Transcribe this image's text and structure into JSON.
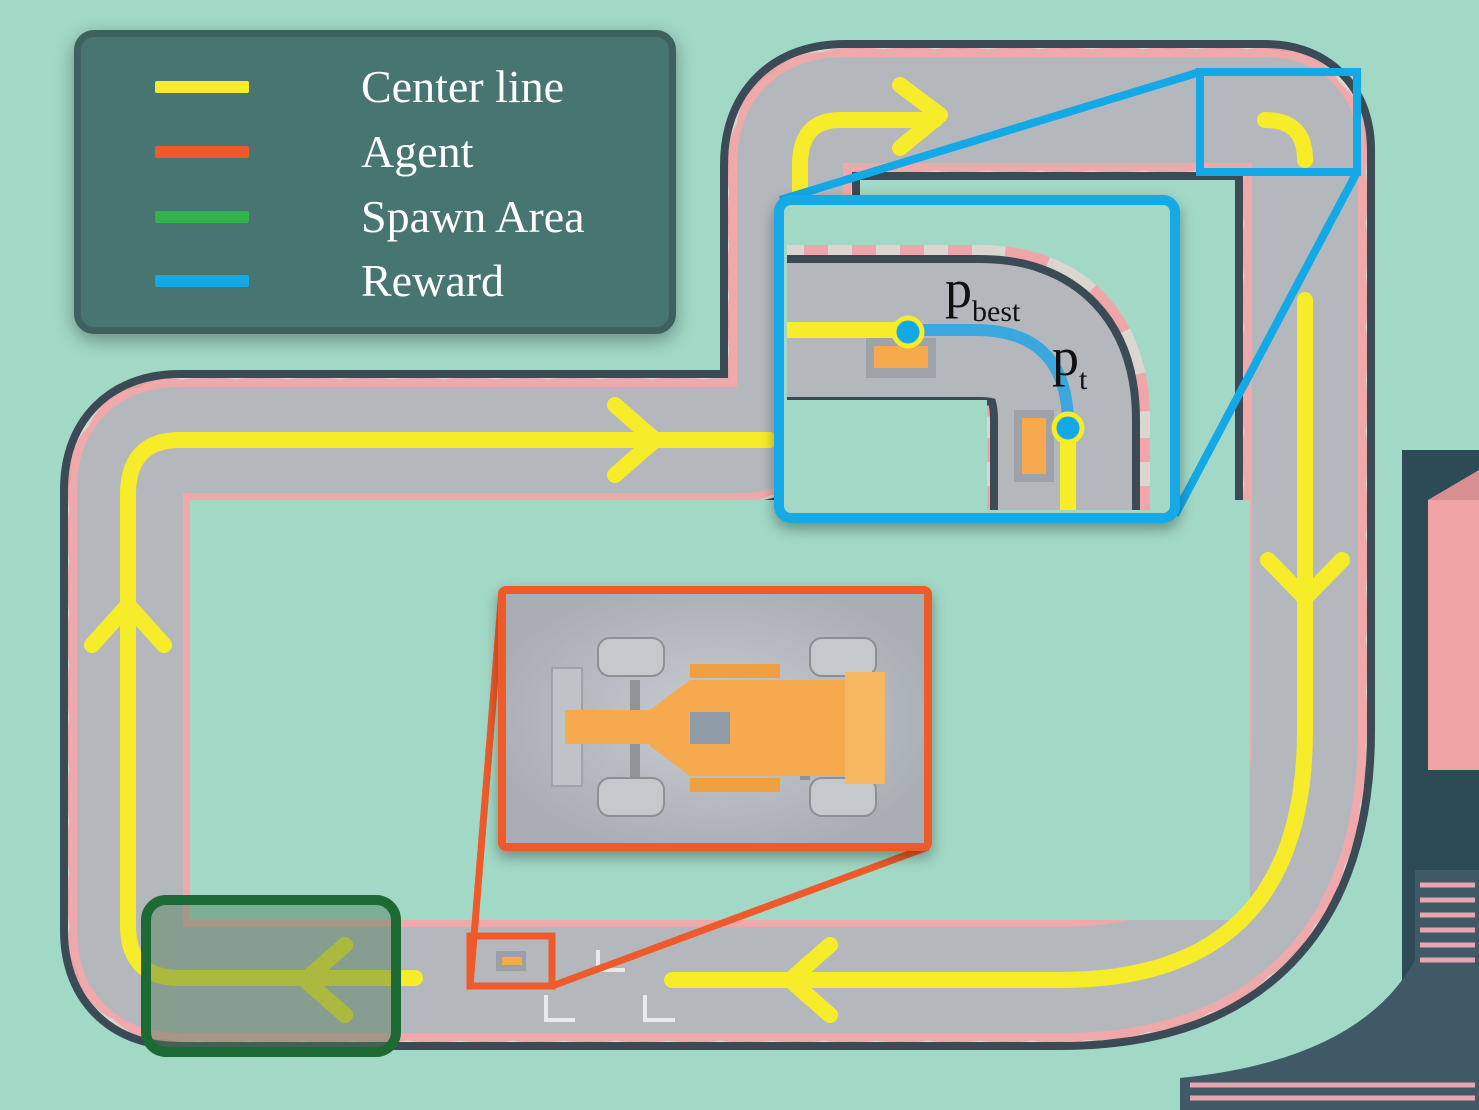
{
  "legend": {
    "items": [
      {
        "label": "Center line",
        "color": "#f7ec2a"
      },
      {
        "label": "Agent",
        "color": "#ee5a2a"
      },
      {
        "label": "Spawn Area",
        "color": "#33b349"
      },
      {
        "label": "Reward",
        "color": "#12a9e6"
      }
    ]
  },
  "annotations": {
    "p_best_base": "p",
    "p_best_sub": "best",
    "p_t_base": "p",
    "p_t_sub": "t"
  },
  "colors": {
    "grass": "#a2d8c6",
    "track": "#b4b8bd",
    "center_line": "#f7ec2a",
    "agent_box": "#ee5a2a",
    "spawn_box": "#1e6a35",
    "reward_box": "#12a9e6",
    "kerb_red": "#f0a6a8",
    "kerb_white": "#dcd6d0",
    "car": "#f6a94d"
  }
}
